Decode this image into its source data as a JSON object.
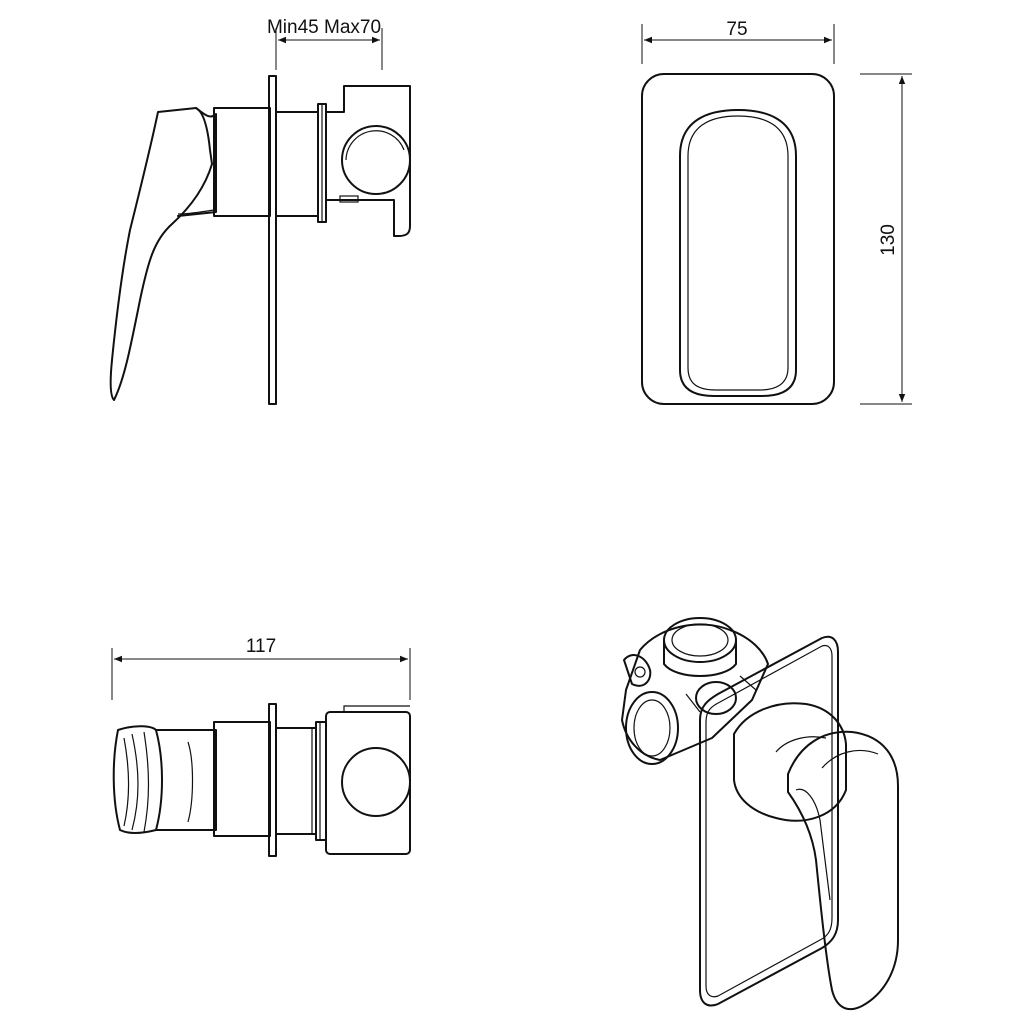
{
  "dimensions": {
    "depth_range": "Min45 Max70",
    "plate_width": "75",
    "plate_height": "130",
    "overall_length": "117"
  }
}
